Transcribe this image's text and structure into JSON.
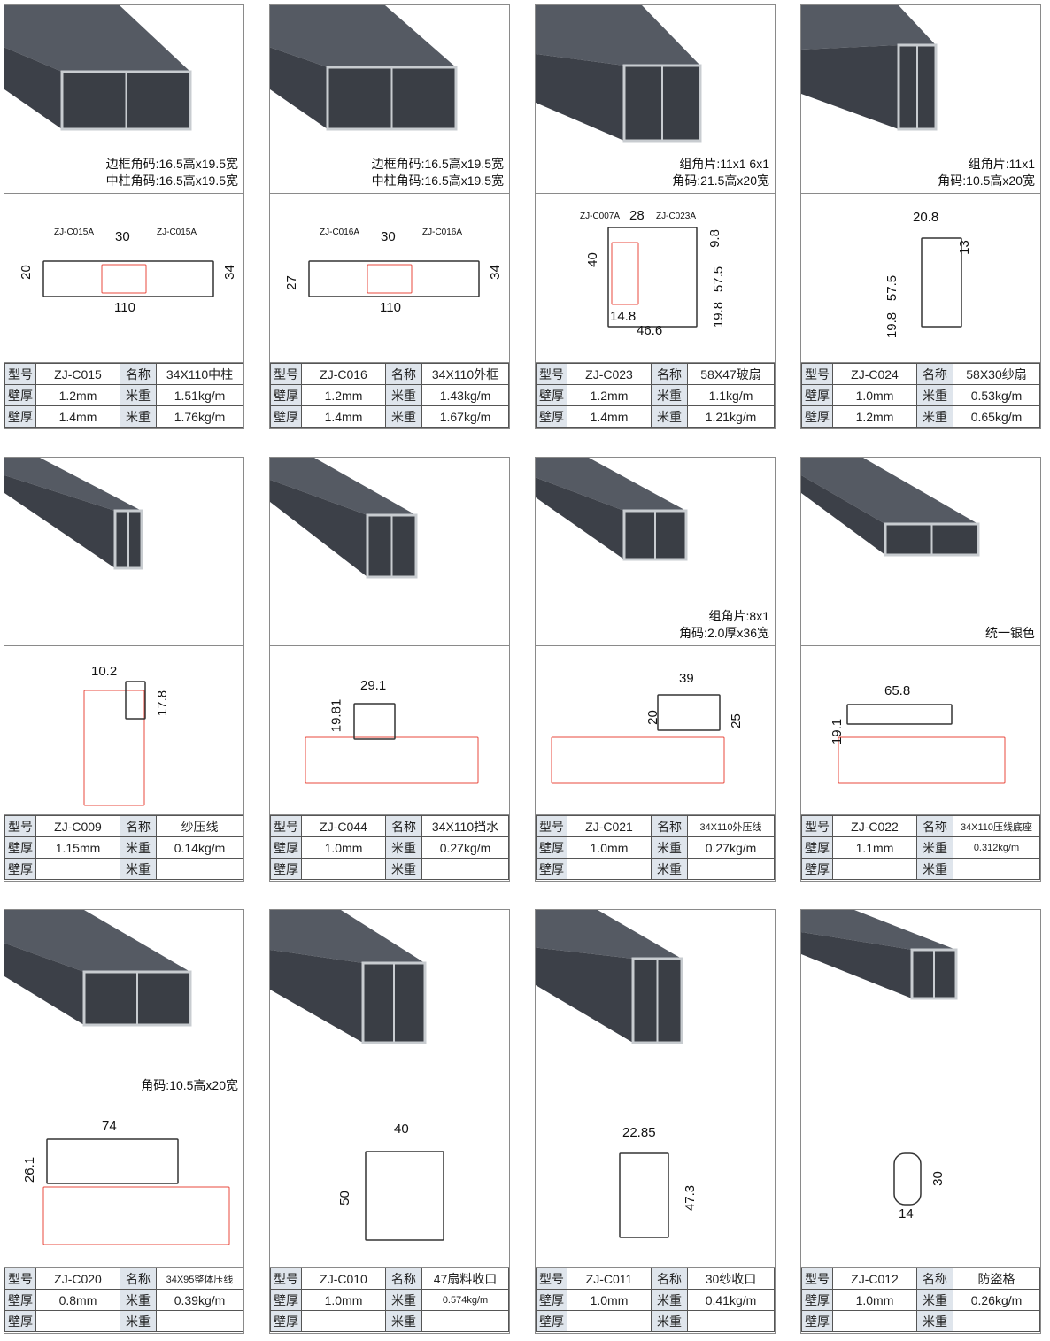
{
  "cards": [
    {
      "captions": [
        "边框角码:16.5高x19.5宽",
        "中柱角码:16.5高x19.5宽"
      ],
      "dims": [
        "ZJ-C015A",
        "30",
        "ZJ-C015A",
        "20",
        "34",
        "110"
      ],
      "table": [
        [
          "型号",
          "ZJ-C015",
          "名称",
          "34X110中柱"
        ],
        [
          "壁厚",
          "1.2mm",
          "米重",
          "1.51kg/m"
        ],
        [
          "壁厚",
          "1.4mm",
          "米重",
          "1.76kg/m"
        ]
      ]
    },
    {
      "captions": [
        "边框角码:16.5高x19.5宽",
        "中柱角码:16.5高x19.5宽"
      ],
      "dims": [
        "ZJ-C016A",
        "30",
        "ZJ-C016A",
        "27",
        "34",
        "110"
      ],
      "table": [
        [
          "型号",
          "ZJ-C016",
          "名称",
          "34X110外框"
        ],
        [
          "壁厚",
          "1.2mm",
          "米重",
          "1.43kg/m"
        ],
        [
          "壁厚",
          "1.4mm",
          "米重",
          "1.67kg/m"
        ]
      ]
    },
    {
      "captions": [
        "组角片:11x1  6x1",
        "角码:21.5高x20宽"
      ],
      "dims": [
        "ZJ-C007A",
        "28",
        "ZJ-C023A",
        "40",
        "9.8",
        "57.5",
        "19.8",
        "14.8",
        "46.6"
      ],
      "table": [
        [
          "型号",
          "ZJ-C023",
          "名称",
          "58X47玻扇"
        ],
        [
          "壁厚",
          "1.2mm",
          "米重",
          "1.1kg/m"
        ],
        [
          "壁厚",
          "1.4mm",
          "米重",
          "1.21kg/m"
        ]
      ]
    },
    {
      "captions": [
        "组角片:11x1",
        "角码:10.5高x20宽"
      ],
      "dims": [
        "20.8",
        "13",
        "57.5",
        "19.8"
      ],
      "table": [
        [
          "型号",
          "ZJ-C024",
          "名称",
          "58X30纱扇"
        ],
        [
          "壁厚",
          "1.0mm",
          "米重",
          "0.53kg/m"
        ],
        [
          "壁厚",
          "1.2mm",
          "米重",
          "0.65kg/m"
        ]
      ]
    },
    {
      "captions": [],
      "dims": [
        "10.2",
        "17.8"
      ],
      "table": [
        [
          "型号",
          "ZJ-C009",
          "名称",
          "纱压线"
        ],
        [
          "壁厚",
          "1.15mm",
          "米重",
          "0.14kg/m"
        ],
        [
          "壁厚",
          "",
          "米重",
          ""
        ]
      ]
    },
    {
      "captions": [],
      "dims": [
        "29.1",
        "19.81"
      ],
      "table": [
        [
          "型号",
          "ZJ-C044",
          "名称",
          "34X110挡水"
        ],
        [
          "壁厚",
          "1.0mm",
          "米重",
          "0.27kg/m"
        ],
        [
          "壁厚",
          "",
          "米重",
          ""
        ]
      ]
    },
    {
      "captions": [
        "组角片:8x1",
        "角码:2.0厚x36宽"
      ],
      "dims": [
        "39",
        "20",
        "25"
      ],
      "table": [
        [
          "型号",
          "ZJ-C021",
          "名称",
          "34X110外压线"
        ],
        [
          "壁厚",
          "1.0mm",
          "米重",
          "0.27kg/m"
        ],
        [
          "壁厚",
          "",
          "米重",
          ""
        ]
      ]
    },
    {
      "captions": [
        "统一银色"
      ],
      "dims": [
        "65.8",
        "19.1"
      ],
      "table": [
        [
          "型号",
          "ZJ-C022",
          "名称",
          "34X110压线底座"
        ],
        [
          "壁厚",
          "1.1mm",
          "米重",
          "0.312kg/m"
        ],
        [
          "壁厚",
          "",
          "米重",
          ""
        ]
      ]
    },
    {
      "captions": [
        "角码:10.5高x20宽"
      ],
      "dims": [
        "74",
        "26.1"
      ],
      "table": [
        [
          "型号",
          "ZJ-C020",
          "名称",
          "34X95整体压线"
        ],
        [
          "壁厚",
          "0.8mm",
          "米重",
          "0.39kg/m"
        ],
        [
          "壁厚",
          "",
          "米重",
          ""
        ]
      ]
    },
    {
      "captions": [],
      "dims": [
        "40",
        "50"
      ],
      "table": [
        [
          "型号",
          "ZJ-C010",
          "名称",
          "47扇料收口"
        ],
        [
          "壁厚",
          "1.0mm",
          "米重",
          "0.574kg/m"
        ],
        [
          "壁厚",
          "",
          "米重",
          ""
        ]
      ]
    },
    {
      "captions": [],
      "dims": [
        "22.85",
        "47.3"
      ],
      "table": [
        [
          "型号",
          "ZJ-C011",
          "名称",
          "30纱收口"
        ],
        [
          "壁厚",
          "1.0mm",
          "米重",
          "0.41kg/m"
        ],
        [
          "壁厚",
          "",
          "米重",
          ""
        ]
      ]
    },
    {
      "captions": [],
      "dims": [
        "30",
        "14"
      ],
      "table": [
        [
          "型号",
          "ZJ-C012",
          "名称",
          "防盗格"
        ],
        [
          "壁厚",
          "1.0mm",
          "米重",
          "0.26kg/m"
        ],
        [
          "壁厚",
          "",
          "米重",
          ""
        ]
      ]
    }
  ],
  "colors": {
    "profile_dark": "#3c4048",
    "profile_top": "#555a63",
    "header_cell": "#dfe5ec",
    "ghost_red": "#e8483c"
  }
}
